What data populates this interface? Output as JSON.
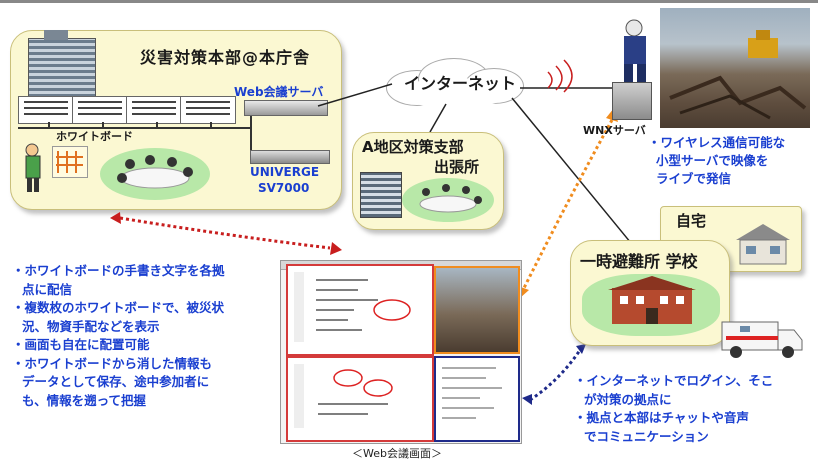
{
  "hq": {
    "title": "災害対策本部@本庁舎",
    "web_server_label": "Web会議サーバ",
    "whiteboard_label": "ホワイトボード",
    "univerge_line1": "UNIVERGE",
    "univerge_line2": "SV7000"
  },
  "internet_label": "インターネット",
  "branch": {
    "line1": "A地区対策支部",
    "line2": "出張所"
  },
  "wnx": {
    "label": "WNXサーバ",
    "notes": [
      "・ワイヤレス通信可能な",
      "小型サーバで映像を",
      "ライブで発信"
    ]
  },
  "home_label": "自宅",
  "shelter_label": "一時避難所 学校",
  "left_notes": [
    "・ホワイトボードの手書き文字を各拠",
    "点に配信",
    "・複数枚のホワイトボードで、被災状",
    "況、物資手配などを表示",
    "・画面も自在に配置可能",
    "・ホワイトボードから消した情報も",
    "データとして保存、途中参加者に",
    "も、情報を遡って把握"
  ],
  "right_notes": [
    "・インターネットでログイン、そこ",
    "が対策の拠点に",
    "・拠点と本部はチャットや音声",
    "でコミュニケーション"
  ],
  "caption": "＜Web会議画面＞",
  "colors": {
    "red_arrow": "#c81e1e",
    "orange_arrow": "#f08c1e",
    "navy_arrow": "#1e2a8a",
    "accent_text": "#1a3fd0",
    "box_fill": "#fbf8d2"
  }
}
